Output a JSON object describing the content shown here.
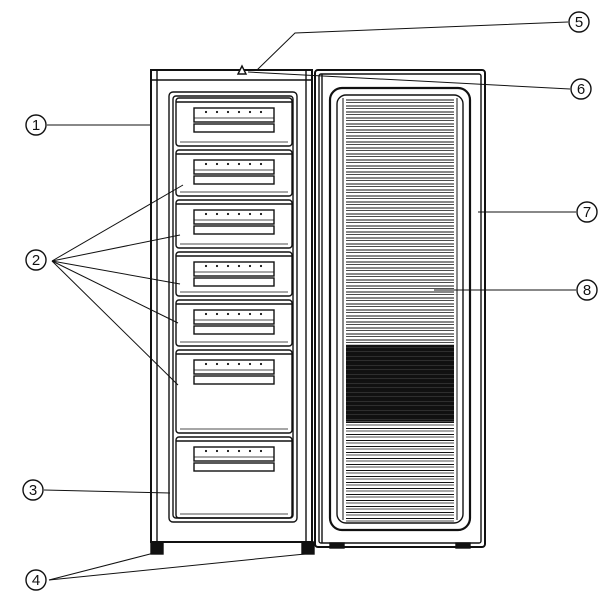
{
  "callouts": [
    {
      "id": "1",
      "label": "1"
    },
    {
      "id": "2",
      "label": "2"
    },
    {
      "id": "3",
      "label": "3"
    },
    {
      "id": "4",
      "label": "4"
    },
    {
      "id": "5",
      "label": "5"
    },
    {
      "id": "6",
      "label": "6"
    },
    {
      "id": "7",
      "label": "7"
    },
    {
      "id": "8",
      "label": "8"
    }
  ],
  "drawers": {
    "count": 7
  },
  "colors": {
    "line": "#111111",
    "background": "#ffffff"
  }
}
